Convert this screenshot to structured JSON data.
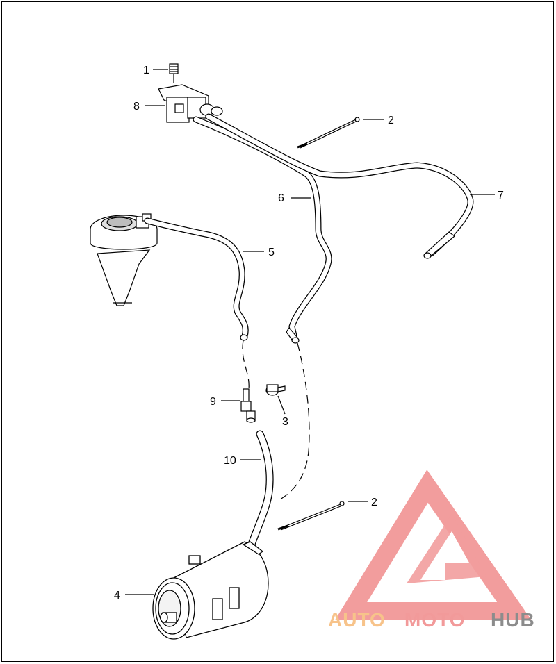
{
  "diagram": {
    "callouts": [
      {
        "id": "c1",
        "label": "1"
      },
      {
        "id": "c8",
        "label": "8"
      },
      {
        "id": "c2a",
        "label": "2"
      },
      {
        "id": "c6",
        "label": "6"
      },
      {
        "id": "c7",
        "label": "7"
      },
      {
        "id": "c5",
        "label": "5"
      },
      {
        "id": "c9",
        "label": "9"
      },
      {
        "id": "c3",
        "label": "3"
      },
      {
        "id": "c10",
        "label": "10"
      },
      {
        "id": "c2b",
        "label": "2"
      },
      {
        "id": "c4",
        "label": "4"
      }
    ]
  },
  "watermark": {
    "part1": "AUTO",
    "part2": "MOTO",
    "part3": "HUB",
    "colors": {
      "auto": "#f7c38a",
      "moto": "#f29a9a",
      "hub": "#8c8c8c",
      "logo": "#f08c8c"
    }
  }
}
